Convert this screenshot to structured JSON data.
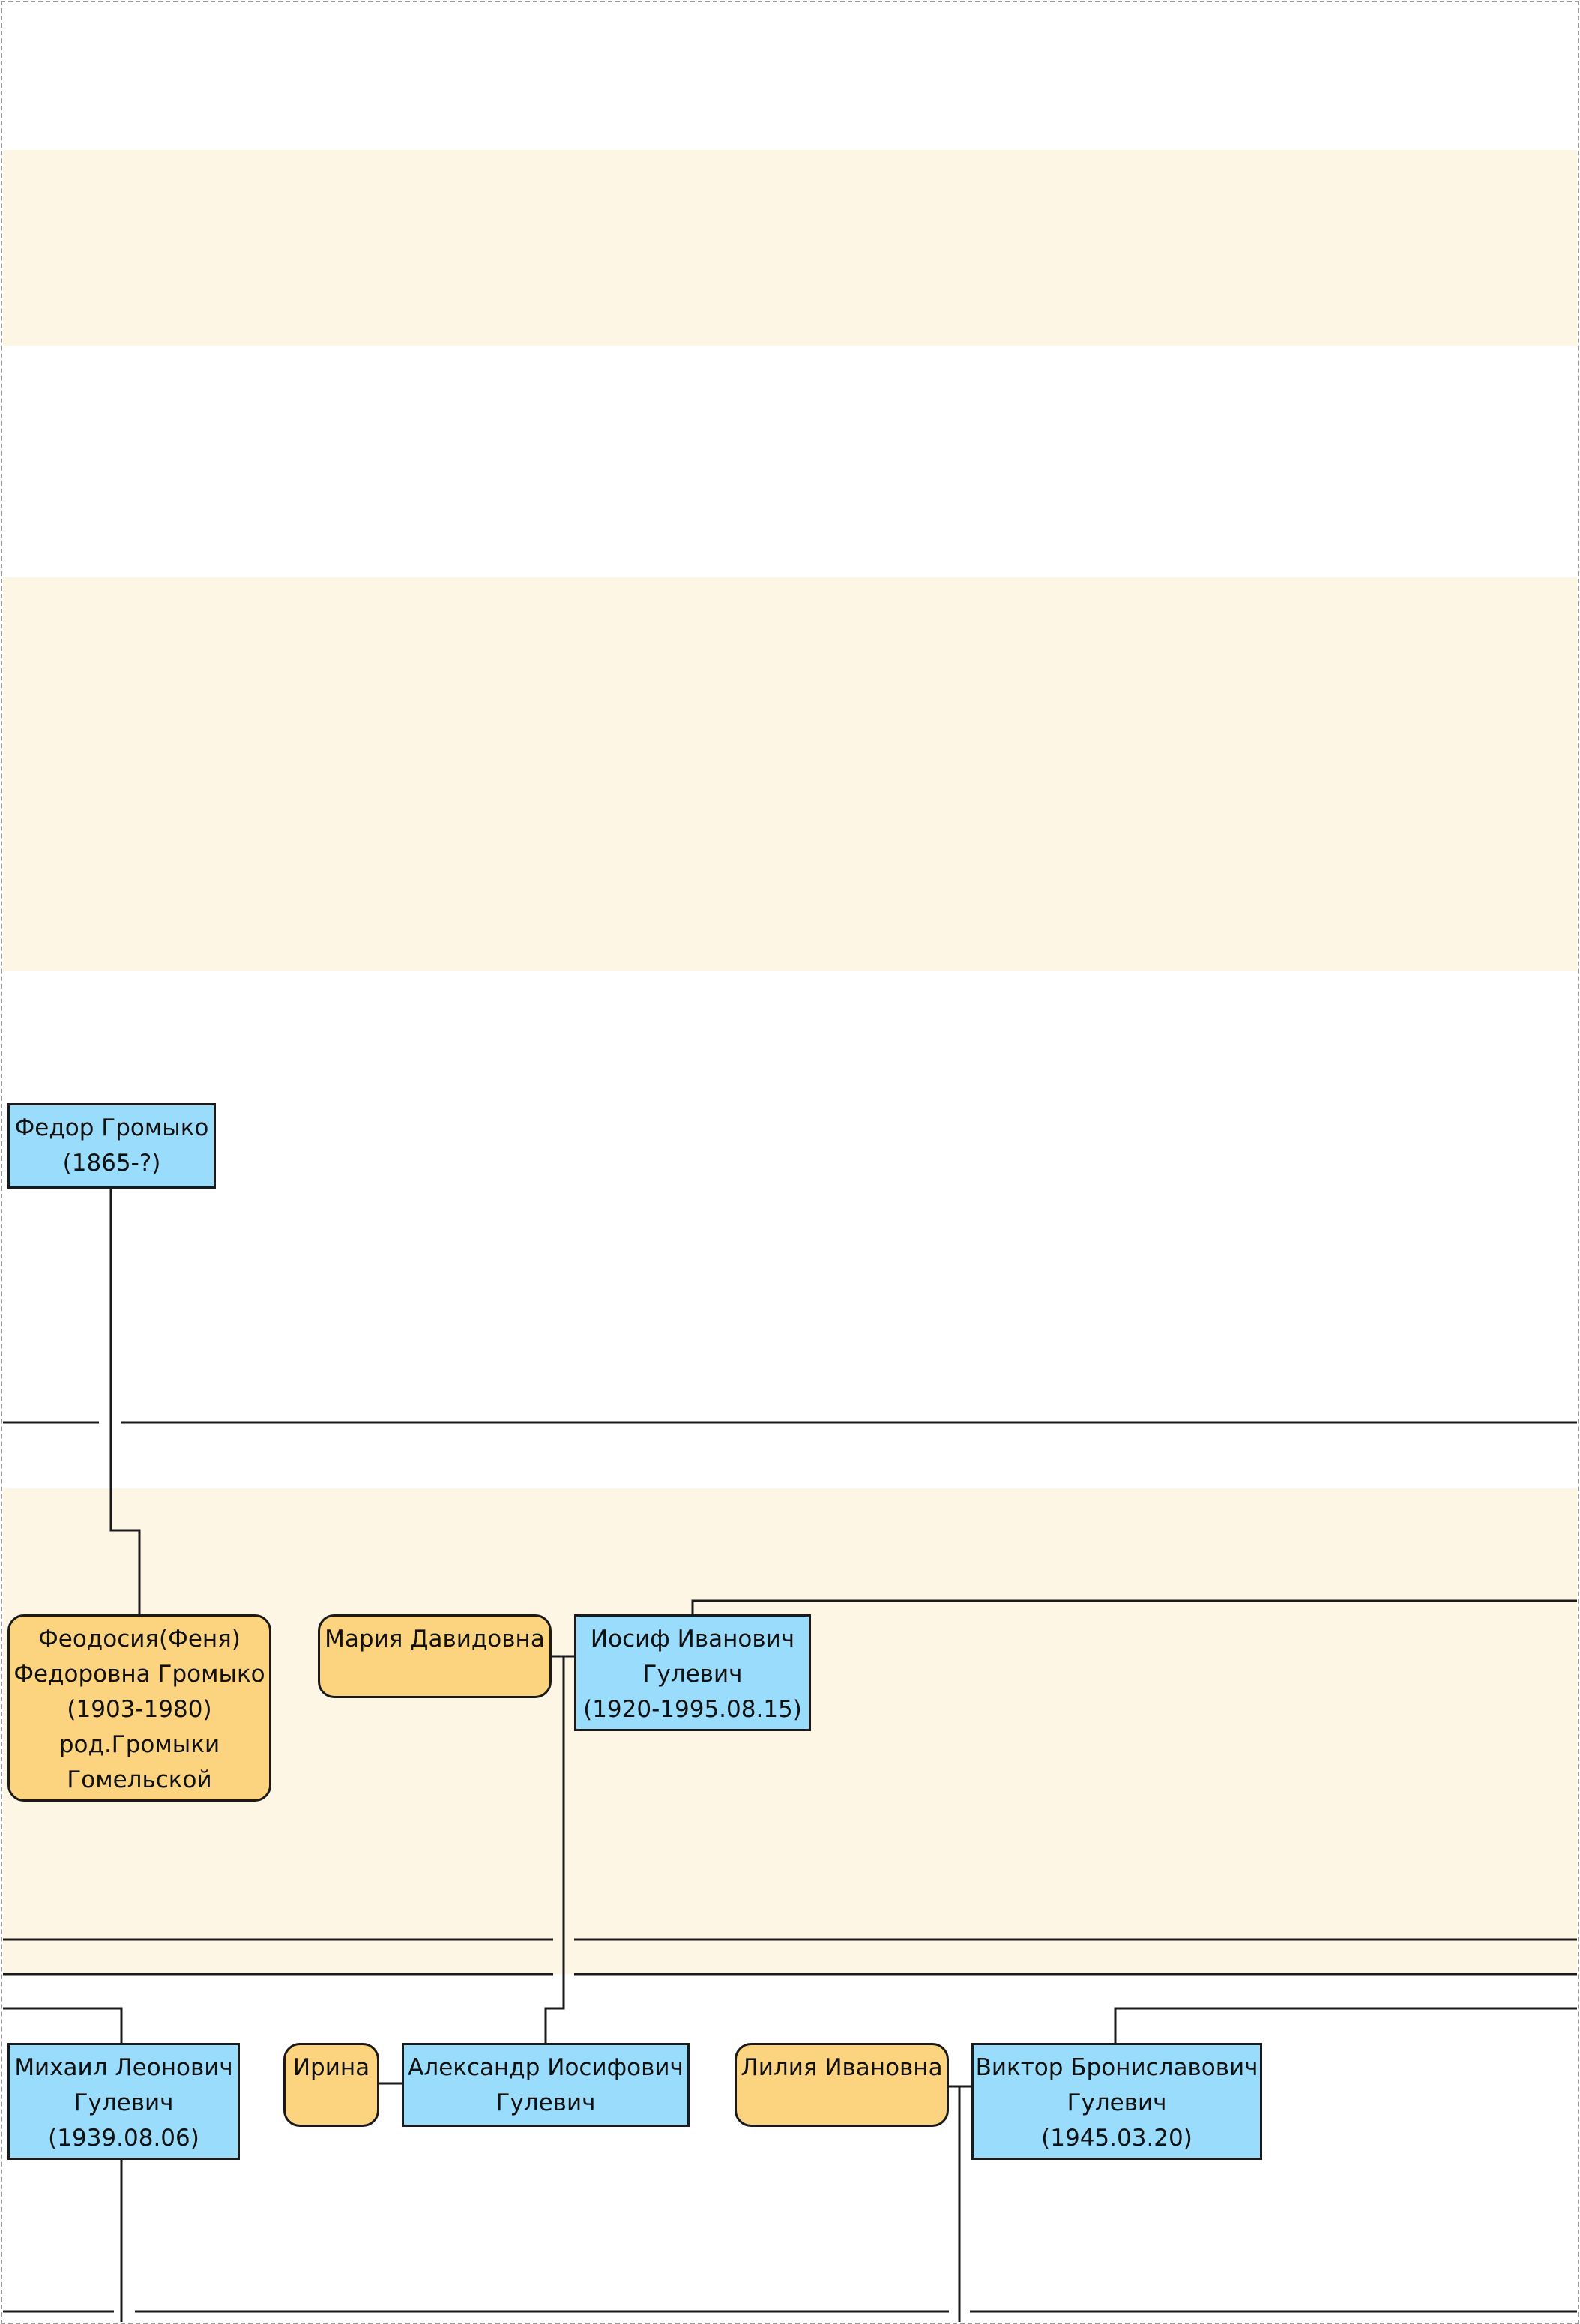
{
  "colors": {
    "male": "#9adcfb",
    "female": "#fcd37f",
    "band": "#fef6e4",
    "line": "#1a1a1a"
  },
  "people": {
    "fedor": {
      "name": "Федор Громыко",
      "dates": "(1865-?)"
    },
    "feodosia": {
      "line1": "Феодосия(Феня)",
      "line2": "Федоровна Громыко",
      "dates": "(1903-1980)",
      "line4": "род.Громыки",
      "line5": "Гомельской"
    },
    "maria": {
      "name": "Мария Давидовна"
    },
    "iosif": {
      "line1": "Иосиф Иванович",
      "line2": "Гулевич",
      "dates": "(1920-1995.08.15)"
    },
    "mikhail": {
      "line1": "Михаил Леонович",
      "line2": "Гулевич",
      "dates": "(1939.08.06)"
    },
    "irina": {
      "name": "Ирина"
    },
    "alexander": {
      "line1": "Александр Иосифович",
      "line2": "Гулевич"
    },
    "lilia": {
      "name": "Лилия Ивановна"
    },
    "viktor": {
      "line1": "Виктор Брониславович",
      "line2": "Гулевич",
      "dates": "(1945.03.20)"
    }
  }
}
